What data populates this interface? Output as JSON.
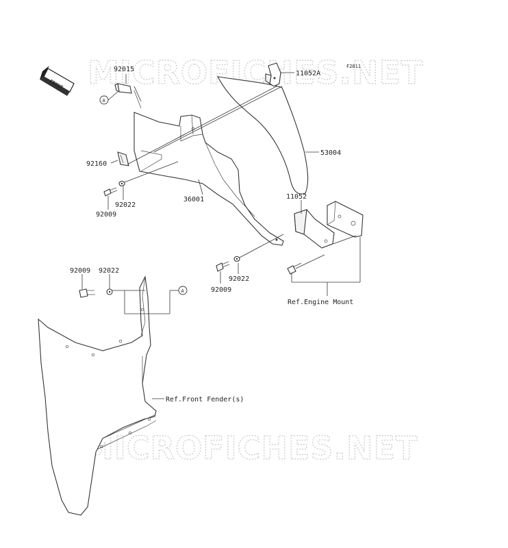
{
  "figure_code": "F2811",
  "watermark": "MICROFICHES.NET",
  "front_arrow": {
    "label": "FRONT"
  },
  "labels": {
    "p92015": "92015",
    "p11052a": "11052A",
    "p53004": "53004",
    "p92160": "92160",
    "p92022_a": "92022",
    "p92009_a": "92009",
    "p36001": "36001",
    "p11052": "11052",
    "p92022_b": "92022",
    "p92009_b": "92009",
    "p92009_c": "92009",
    "p92022_c": "92022",
    "ref_engine": "Ref.Engine Mount",
    "ref_fender": "Ref.Front Fender(s)"
  },
  "callouts": {
    "a_top": "A",
    "a_mid": "A"
  }
}
